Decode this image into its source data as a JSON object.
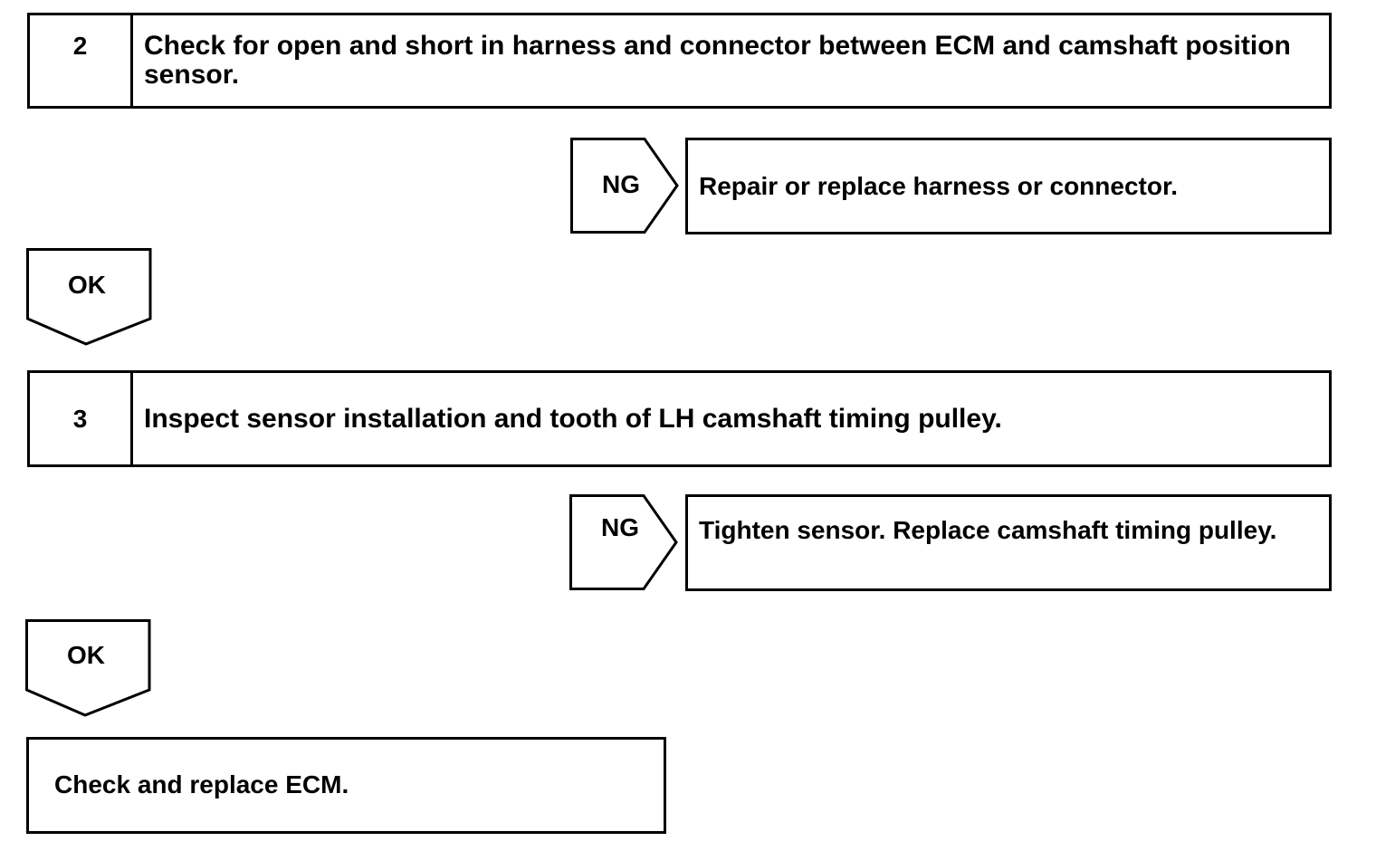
{
  "steps": [
    {
      "number": "2",
      "title": "Check for open and short in harness and connector between ECM and camshaft position sensor."
    },
    {
      "number": "3",
      "title": "Inspect sensor installation and tooth of LH camshaft timing pulley."
    }
  ],
  "branches": [
    {
      "ng_label": "NG",
      "ng_action": "Repair or replace harness or connector.",
      "ok_label": "OK"
    },
    {
      "ng_label": "NG",
      "ng_action": "Tighten sensor. Replace camshaft timing pulley.",
      "ok_label": "OK"
    }
  ],
  "final_action": "Check and replace ECM."
}
